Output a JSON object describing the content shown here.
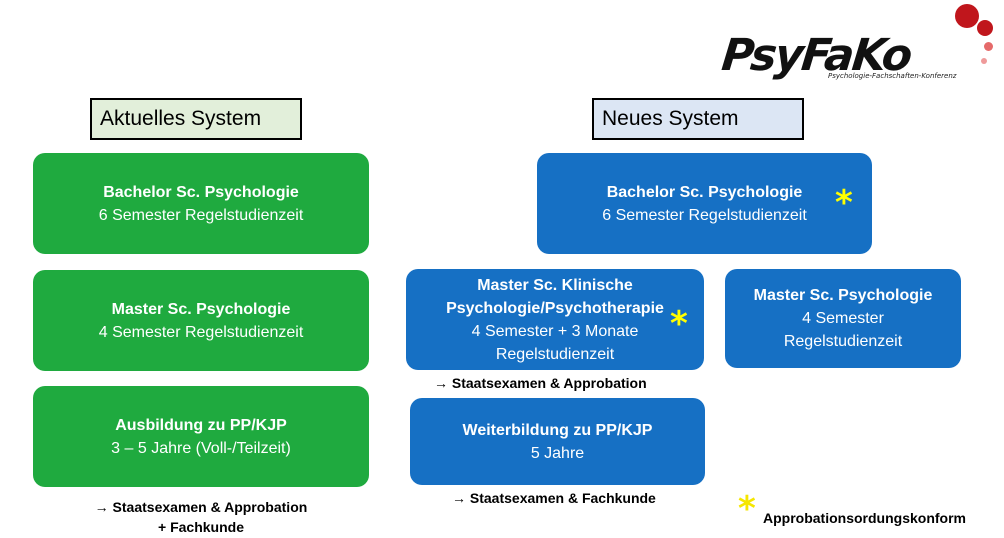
{
  "logo": {
    "text": "PsyFaKo",
    "subtitle": "Psychologie-Fachschaften-Konferenz",
    "colors": {
      "dot_main": "#c0161c",
      "dot_light": "#e56a6a"
    }
  },
  "left_column": {
    "header": "Aktuelles System",
    "boxes": [
      {
        "title": "Bachelor Sc. Psychologie",
        "line2": "6 Semester Regelstudienzeit"
      },
      {
        "title": "Master Sc. Psychologie",
        "line2": "4 Semester Regelstudienzeit"
      },
      {
        "title": "Ausbildung zu PP/KJP",
        "line2": "3 – 5 Jahre (Voll-/Teilzeit)"
      }
    ],
    "footnote_line1": "→ Staatsexamen & Approbation",
    "footnote_line2": "+ Fachkunde"
  },
  "right_column": {
    "header": "Neues System",
    "bachelor": {
      "title": "Bachelor Sc. Psychologie",
      "line2": "6 Semester Regelstudienzeit",
      "star": "*"
    },
    "master_clinical": {
      "title_line1": "Master Sc. Klinische",
      "title_line2": "Psychologie/Psychotherapie",
      "line3": "4 Semester + 3 Monate",
      "line4": "Regelstudienzeit",
      "star": "*"
    },
    "master_clinical_note": "→ Staatsexamen & Approbation",
    "master_psych": {
      "title": "Master Sc. Psychologie",
      "line2": "4 Semester",
      "line3": "Regelstudienzeit"
    },
    "weiterbildung": {
      "title": "Weiterbildung zu PP/KJP",
      "line2": "5 Jahre"
    },
    "weiterbildung_note": "→ Staatsexamen & Fachkunde"
  },
  "legend": {
    "star": "*",
    "label": "Approbationsordungskonform"
  },
  "colors": {
    "green": "#1faa3f",
    "blue": "#1670c4",
    "header_left_bg": "#e2efda",
    "header_right_bg": "#dce6f4",
    "star": "#ffff00"
  }
}
